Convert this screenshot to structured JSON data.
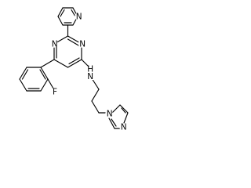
{
  "structure": {
    "name": "",
    "atoms": {
      "pyridine_n": "N",
      "pyrimidine_n1": "N",
      "pyrimidine_n3": "N",
      "fluorine": "F",
      "amine_n": "N",
      "amine_h": "H",
      "imidazole_n1": "N",
      "imidazole_n3": "N"
    }
  },
  "colors": {
    "bond": "#000000",
    "label": "#000000",
    "background": "#ffffff"
  }
}
